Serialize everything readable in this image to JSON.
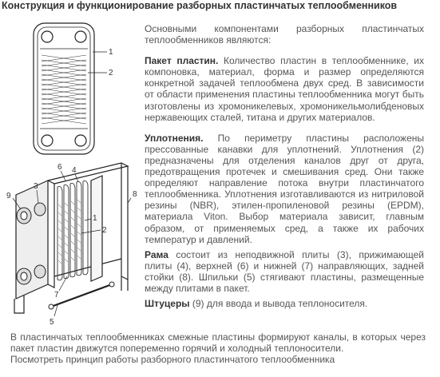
{
  "title": "Конструкция и функционирование разборных пластинчатых теплообменников",
  "figure_top": {
    "labels": [
      "1",
      "2"
    ]
  },
  "figure_bottom": {
    "labels": [
      "9",
      "3",
      "6",
      "4",
      "1",
      "2",
      "8",
      "7",
      "5"
    ]
  },
  "intro": "Основными компонентами разборных пластинчатых теплообменников являются:",
  "sections": [
    {
      "term": "Пакет пластин.",
      "text": " Количество пластин в теплообменнике, их компоновка, материал, форма и размер определяются конкретной задачей теплообмена двух сред. В зависимости от области применения пластины теплообменника могут быть изготовлены из хромоникелевых, хромоникельмолибденовых нержавеющих сталей, титана и других материалов."
    },
    {
      "term": "Уплотнения.",
      "text": " По периметру пластины расположены прессованные канавки для уплотнений. Уплотнения (2) предназначены для отделения каналов друг от друга, предотвращения протечек и смешивания сред. Они также определяют направление потока внутри пластинчатого теплообменника. Уплотнения изготавливаются из нитриловой резины (NBR), этилен-пропиленовой резины (EPDM), материала Viton. Выбор материала зависит, главным образом, от применяемых сред, а также их рабочих температур и давлений."
    },
    {
      "term": "Рама",
      "text": " состоит из неподвижной плиты (3), прижимающей плиты (4), верхней (6) и нижней (7) направляющих, задней стойки (8). Шпильки (5) стягивают пластины, размещенные между плитами в пакет."
    },
    {
      "term": "Штуцеры",
      "text": " (9) для ввода и вывода теплоносителя."
    }
  ],
  "bottom_paragraph": "В пластинчатых теплообменниках смежные пластины формируют каналы, в которых через пакет пластин движутся попеременно горячий и холодный теплоносители.",
  "bottom_link": "Посмотреть принцип работы разборного пластинчатого теплообменника"
}
